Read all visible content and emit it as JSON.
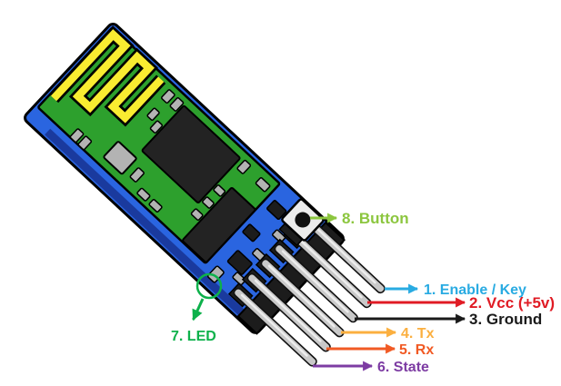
{
  "palette": {
    "background": "#FFFFFF",
    "board_blue": "#2A65E0",
    "board_edge_navy": "#1A3A9E",
    "pcb_green": "#2DA02D",
    "antenna_yellow": "#F9EC31",
    "chip_black": "#232323",
    "pad_gray": "#B3B3B3",
    "pin_silver": "#C9C9C9",
    "header_black": "#1C1C1C",
    "button_cap_gray": "#ECECEC",
    "outline_black": "#000000"
  },
  "pins": [
    {
      "number": "1",
      "label": "1. Enable / Key",
      "color": "#29ABE2"
    },
    {
      "number": "2",
      "label": "2. Vcc (+5v)",
      "color": "#E01B24"
    },
    {
      "number": "3",
      "label": "3. Ground",
      "color": "#1A1A1A"
    },
    {
      "number": "4",
      "label": "4. Tx",
      "color": "#FBAF3F"
    },
    {
      "number": "5",
      "label": "5. Rx",
      "color": "#F15A24"
    },
    {
      "number": "6",
      "label": "6. State",
      "color": "#7D3CA3"
    }
  ],
  "callouts": {
    "button": {
      "number": "8",
      "label": "8. Button",
      "color": "#8CC63F"
    },
    "led": {
      "number": "7",
      "label": "7. LED",
      "color": "#0DB14B"
    }
  }
}
